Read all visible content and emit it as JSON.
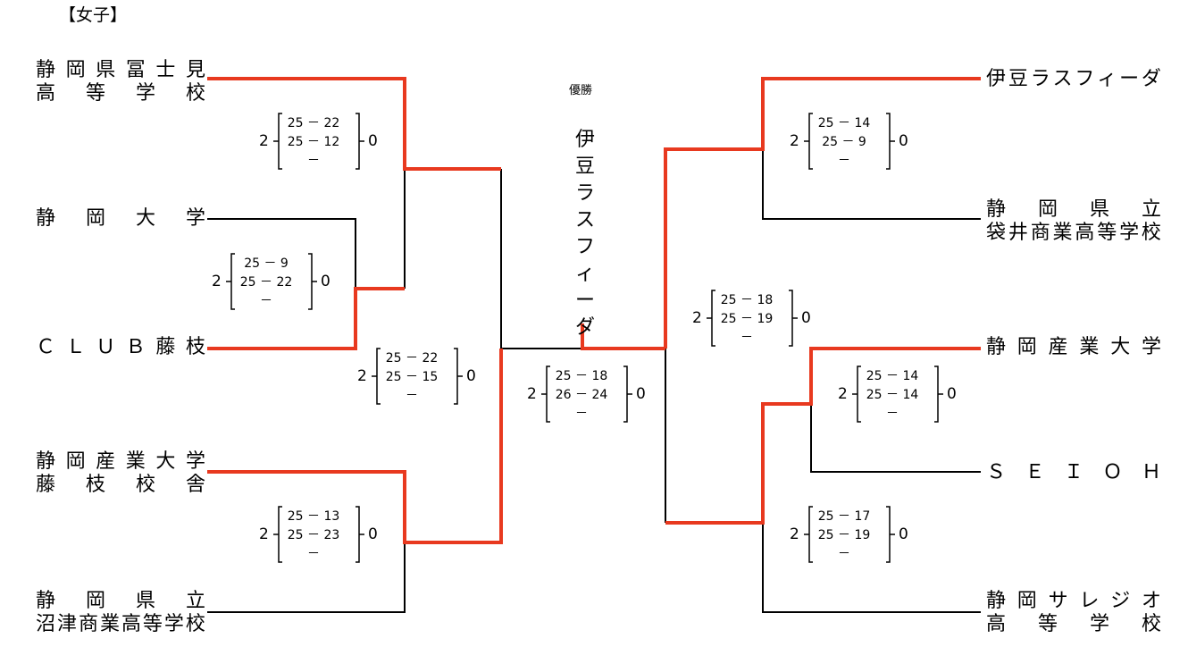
{
  "header": {
    "title": "【女子】"
  },
  "champion": {
    "caption": "優勝",
    "name": "伊豆ラスフィーダ"
  },
  "teams": {
    "left_1": [
      "静岡県冨士見",
      "高　等　学　校"
    ],
    "left_2": [
      "静　岡　大　学"
    ],
    "left_3": [
      "ＣＬＵＢ藤枝"
    ],
    "left_4": [
      "静岡産業大学",
      "藤　枝　校　舎"
    ],
    "left_5": [
      "静　岡　県　立",
      "沼津商業高等学校"
    ],
    "right_1": [
      "伊豆ラスフィーダ"
    ],
    "right_2": [
      "静　岡　県　立",
      "袋井商業高等学校"
    ],
    "right_3": [
      "静岡産業大学"
    ],
    "right_4": [
      "ＳＥＩＯＨ"
    ],
    "right_5": [
      "静岡サレジオ",
      "高　等　学　校"
    ]
  },
  "matches": {
    "L1": {
      "left": "2",
      "right": "0",
      "sets": [
        "25 － 22",
        "25 － 12",
        "－"
      ]
    },
    "L2": {
      "left": "2",
      "right": "0",
      "sets": [
        "25 － 9",
        "25 － 22",
        "－"
      ]
    },
    "L3": {
      "left": "2",
      "right": "0",
      "sets": [
        "25 － 22",
        "25 － 15",
        "－"
      ]
    },
    "L4": {
      "left": "2",
      "right": "0",
      "sets": [
        "25 － 13",
        "25 － 23",
        "－"
      ]
    },
    "F": {
      "left": "2",
      "right": "0",
      "sets": [
        "25 － 18",
        "26 － 24",
        "－"
      ]
    },
    "R1": {
      "left": "2",
      "right": "0",
      "sets": [
        "25 － 14",
        "25 － 9",
        "－"
      ]
    },
    "R2": {
      "left": "2",
      "right": "0",
      "sets": [
        "25 － 18",
        "25 － 19",
        "－"
      ]
    },
    "R3": {
      "left": "2",
      "right": "0",
      "sets": [
        "25 － 14",
        "25 － 14",
        "－"
      ]
    },
    "R4": {
      "left": "2",
      "right": "0",
      "sets": [
        "25 － 17",
        "25 － 19",
        "－"
      ]
    }
  },
  "colors": {
    "winner": "#e8391f",
    "loser": "#000000"
  }
}
